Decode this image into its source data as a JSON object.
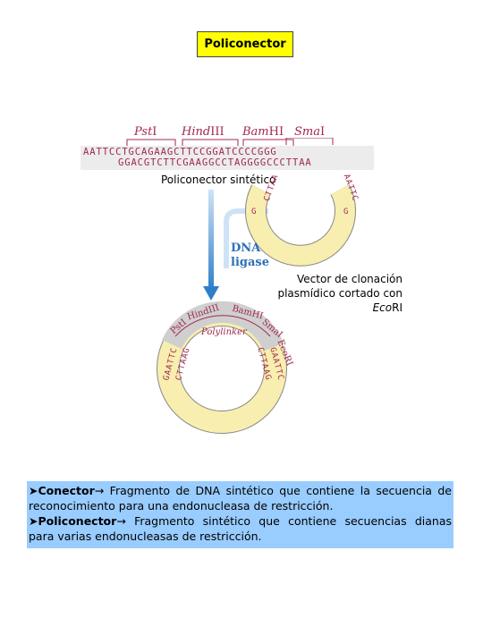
{
  "title": "Policonector",
  "enzymes": [
    {
      "name": "Pst",
      "suffix": "I"
    },
    {
      "name": "Hind",
      "suffix": "III"
    },
    {
      "name": "Bam",
      "suffix": "HI"
    },
    {
      "name": "Sma",
      "suffix": "I"
    }
  ],
  "sequence": {
    "top": "AATTCCTGCAGAAGCTTCCGGATCCCCGGG",
    "bottom": "GGACGTCTTCGAAGGCCTAGGGGCCCTTAA"
  },
  "synthetic_label": "Policonector sintético",
  "ligase_label": {
    "line1": "DNA",
    "line2": "ligase"
  },
  "vector_label": {
    "line1": "Vector de clonación",
    "line2": "plasmídico cortado con",
    "line3_italic": "Eco",
    "line3_rest": "RI"
  },
  "open_plasmid_ends": {
    "left_outer": "CTTAA",
    "left_inner": "G",
    "right_outer": "AATTC",
    "right_inner": "G"
  },
  "recombinant": {
    "polylinker": "Polylinker",
    "labels": [
      "PstI",
      "HindIII",
      "BamHI",
      "SmaI",
      "EcoRI"
    ],
    "left_outer": "GAATTC",
    "left_inner": "CTTAAG",
    "right_outer": "GAATTC",
    "right_inner": "CTTAAG"
  },
  "info": {
    "term1": "Conector",
    "def1": "Fragmento de DNA sintético que contiene la secuencia de reconocimiento para una endonucleasa de restricción.",
    "term2": "Policonector",
    "def2": "Fragmento sintético que contiene secuencias dianas para varias endonucleasas de restricción."
  },
  "colors": {
    "highlight": "#ffff00",
    "info_bg": "#99ccff",
    "sequence": "#a0284c",
    "ring": "#f7eeb0",
    "arrow": "#2f7fc8"
  }
}
